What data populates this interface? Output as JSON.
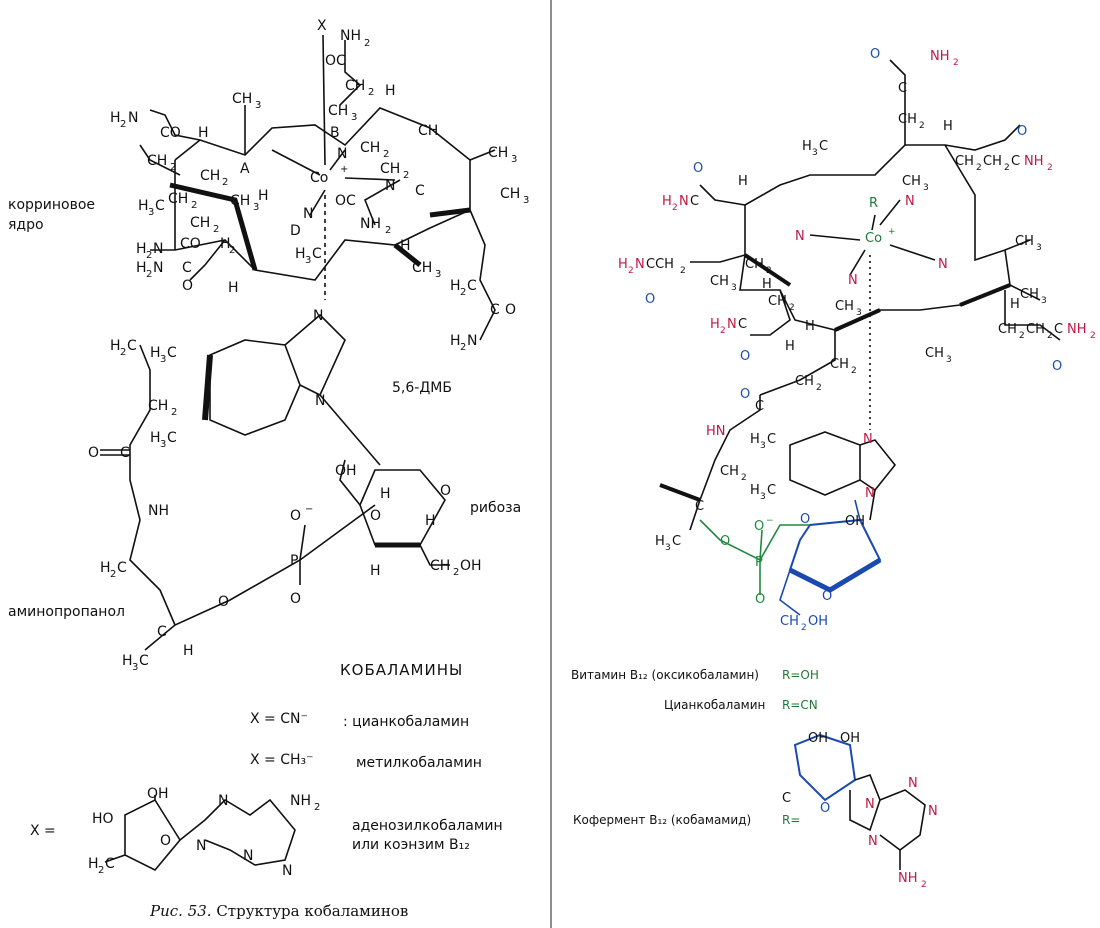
{
  "left_panel": {
    "labels": {
      "corrin_core_line1": "корриновое",
      "corrin_core_line2": "ядро",
      "dmb": "5,6-ДМБ",
      "ribose": "рибоза",
      "aminopropanol": "аминопропанол",
      "cobalamins": "КОБАЛАМИНЫ"
    },
    "rings": [
      "A",
      "B",
      "C",
      "D"
    ],
    "x_label": "X",
    "variants": [
      {
        "x": "X = CN⁻",
        "name": ": цианкобаламин"
      },
      {
        "x": "X = CH₃⁻",
        "name": "метилкобаламин"
      },
      {
        "x": "X =",
        "name_line1": "аденозилкобаламин",
        "name_line2": "или коэнзим  B₁₂"
      }
    ],
    "caption_fig": "Рис. 53.",
    "caption_text": " Структура кобаламинов"
  },
  "right_panel": {
    "vitamin_b12": {
      "label": "Витамин B₁₂ (оксикобаламин)",
      "r": "R=OH"
    },
    "cyanocobalamin": {
      "label": "Цианкобаламин",
      "r": "R=CN"
    },
    "coenzyme_b12": {
      "label": "Кофермент B₁₂ (кобамамид)",
      "r": "R="
    }
  },
  "colors": {
    "ink": "#111111",
    "amide_red": "#c01844",
    "oxygen_blue": "#1f4fa8",
    "ribose_blue": "#1a4ab0",
    "r_green": "#1e7a3a",
    "divider": "#333333"
  }
}
